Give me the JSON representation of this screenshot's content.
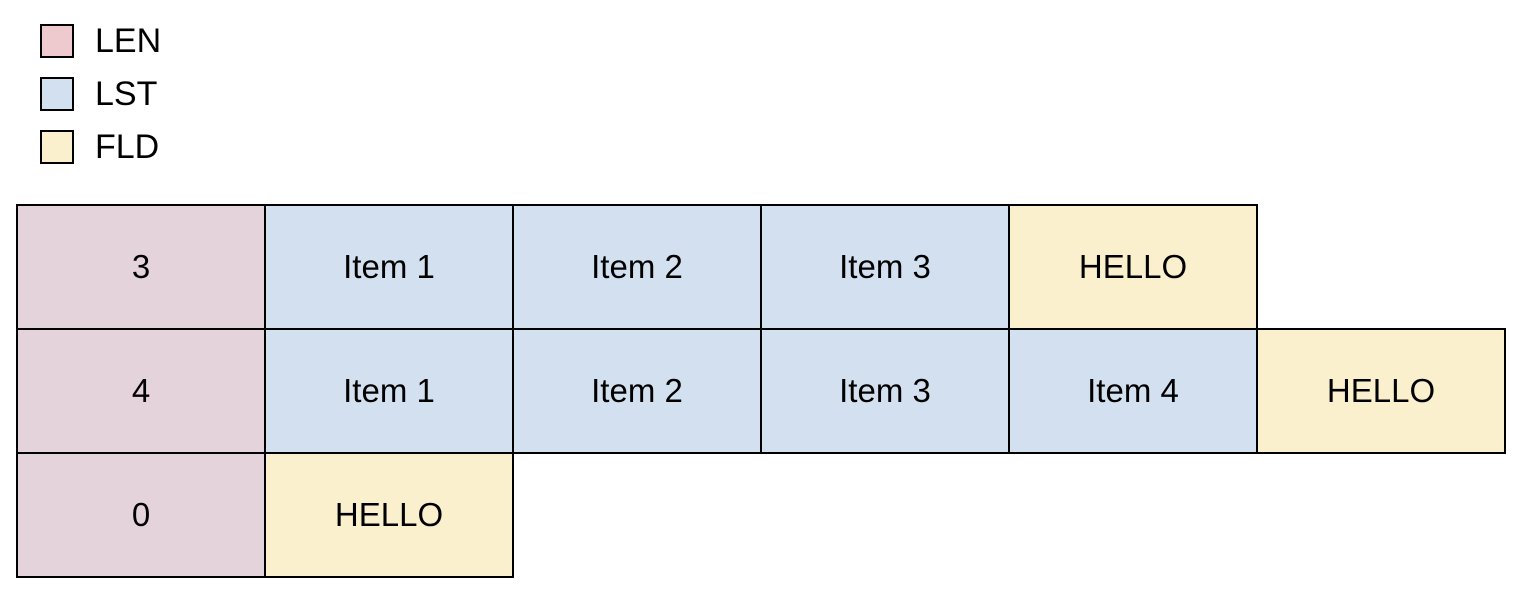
{
  "legend": {
    "items": [
      {
        "id": "len",
        "label": "LEN",
        "color": "#eecacf"
      },
      {
        "id": "lst",
        "label": "LST",
        "color": "#d3e0f0"
      },
      {
        "id": "fld",
        "label": "FLD",
        "color": "#faf0ce"
      }
    ]
  },
  "diagram": {
    "cell_colors": {
      "LEN": "#e5d3dc",
      "LST": "#d3e0f0",
      "FLD": "#faf0ce"
    },
    "border_color": "#000000",
    "rows": [
      {
        "cells": [
          {
            "type": "LEN",
            "text": "3"
          },
          {
            "type": "LST",
            "text": "Item 1"
          },
          {
            "type": "LST",
            "text": "Item 2"
          },
          {
            "type": "LST",
            "text": "Item 3"
          },
          {
            "type": "FLD",
            "text": "HELLO"
          }
        ]
      },
      {
        "cells": [
          {
            "type": "LEN",
            "text": "4"
          },
          {
            "type": "LST",
            "text": "Item 1"
          },
          {
            "type": "LST",
            "text": "Item 2"
          },
          {
            "type": "LST",
            "text": "Item 3"
          },
          {
            "type": "LST",
            "text": "Item 4"
          },
          {
            "type": "FLD",
            "text": "HELLO"
          }
        ]
      },
      {
        "cells": [
          {
            "type": "LEN",
            "text": "0"
          },
          {
            "type": "FLD",
            "text": "HELLO"
          }
        ]
      }
    ]
  }
}
